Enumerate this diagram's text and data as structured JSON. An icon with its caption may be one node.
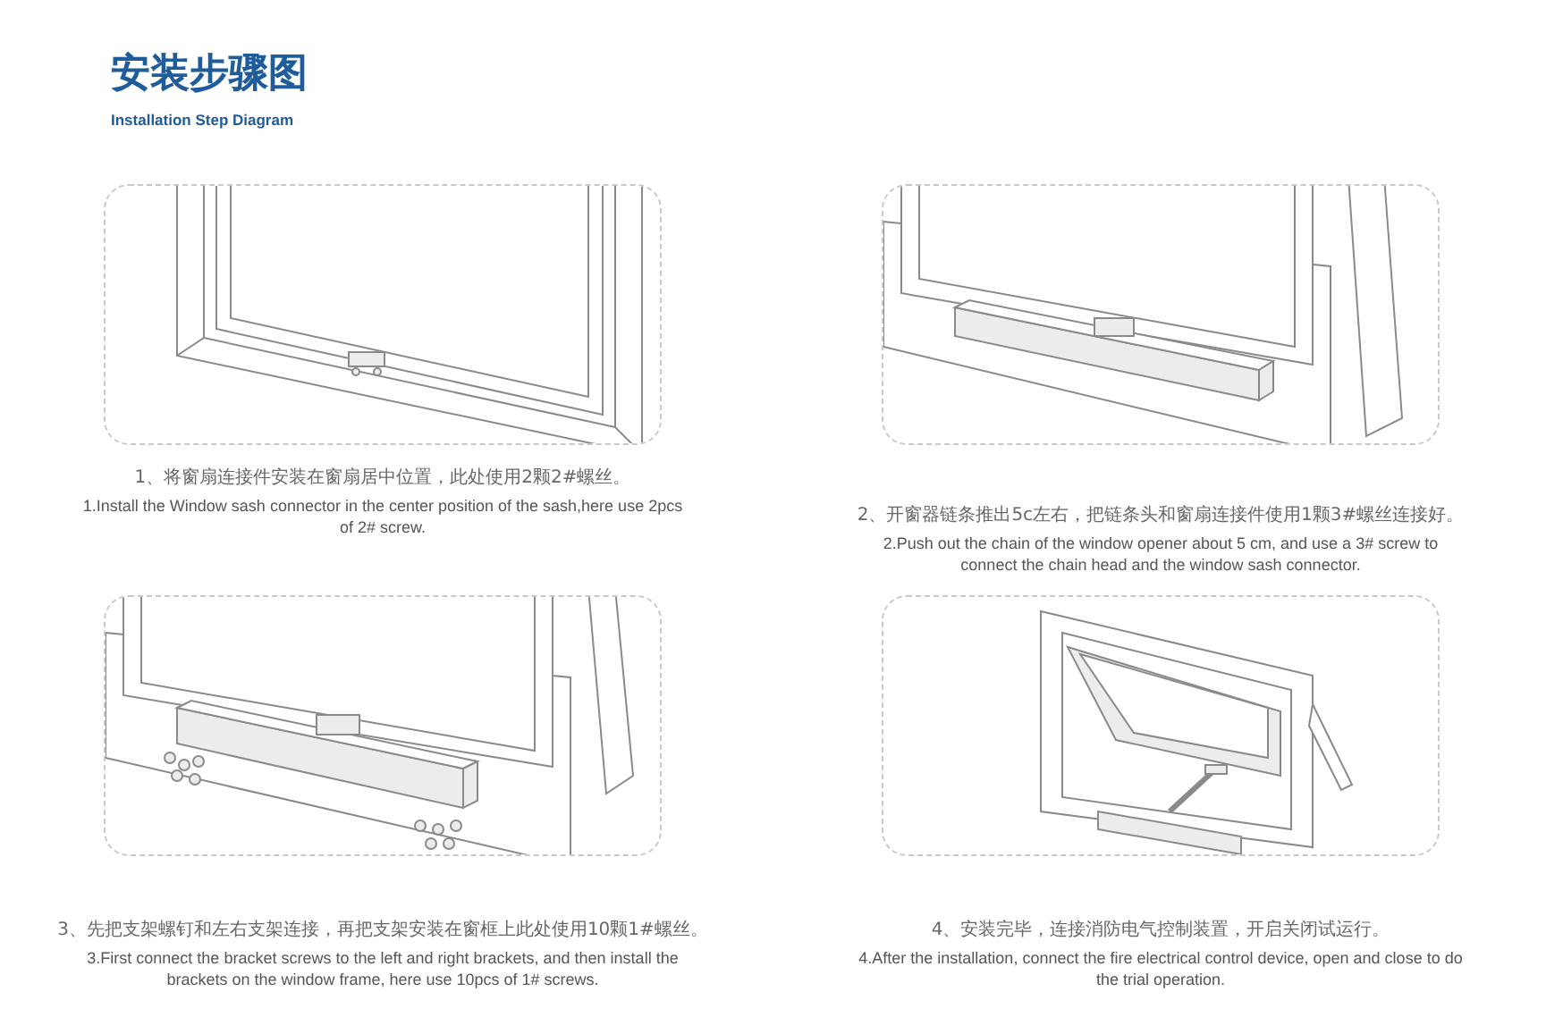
{
  "diagram": {
    "title": "安装步骤图",
    "caption": "Installation Step Diagram",
    "nodes": [
      {
        "text": [],
        "shape": "picture",
        "beside": [
          "1、将窗扇连接件安装在窗扇居中位置，此处使用2颗2#螺丝。",
          "1.Install the Window sash connector in the center position of the sash,here use 2pcs of 2# screw."
        ]
      },
      {
        "text": [],
        "shape": "picture",
        "beside": [
          "2、开窗器链条推出5c左右，把链条头和窗扇连接件使用1颗3#螺丝连接好。",
          "2.Push out the chain of the window opener about 5 cm, and use a 3# screw to connect the chain head and the window sash connector."
        ]
      },
      {
        "text": [],
        "shape": "picture",
        "beside": [
          "3、先把支架螺钉和左右支架连接，再把支架安装在窗框上此处使用10颗1#螺丝。",
          "3.First connect the bracket screws to the left and right brackets, and then install the brackets on the window frame, here use 10pcs of 1# screws."
        ]
      },
      {
        "text": [],
        "shape": "picture",
        "beside": [
          "4、安装完毕，连接消防电气控制装置，开启关闭试运行。",
          "4.After the installation, connect the fire electrical control device, open and close to do the trial operation."
        ]
      }
    ]
  }
}
